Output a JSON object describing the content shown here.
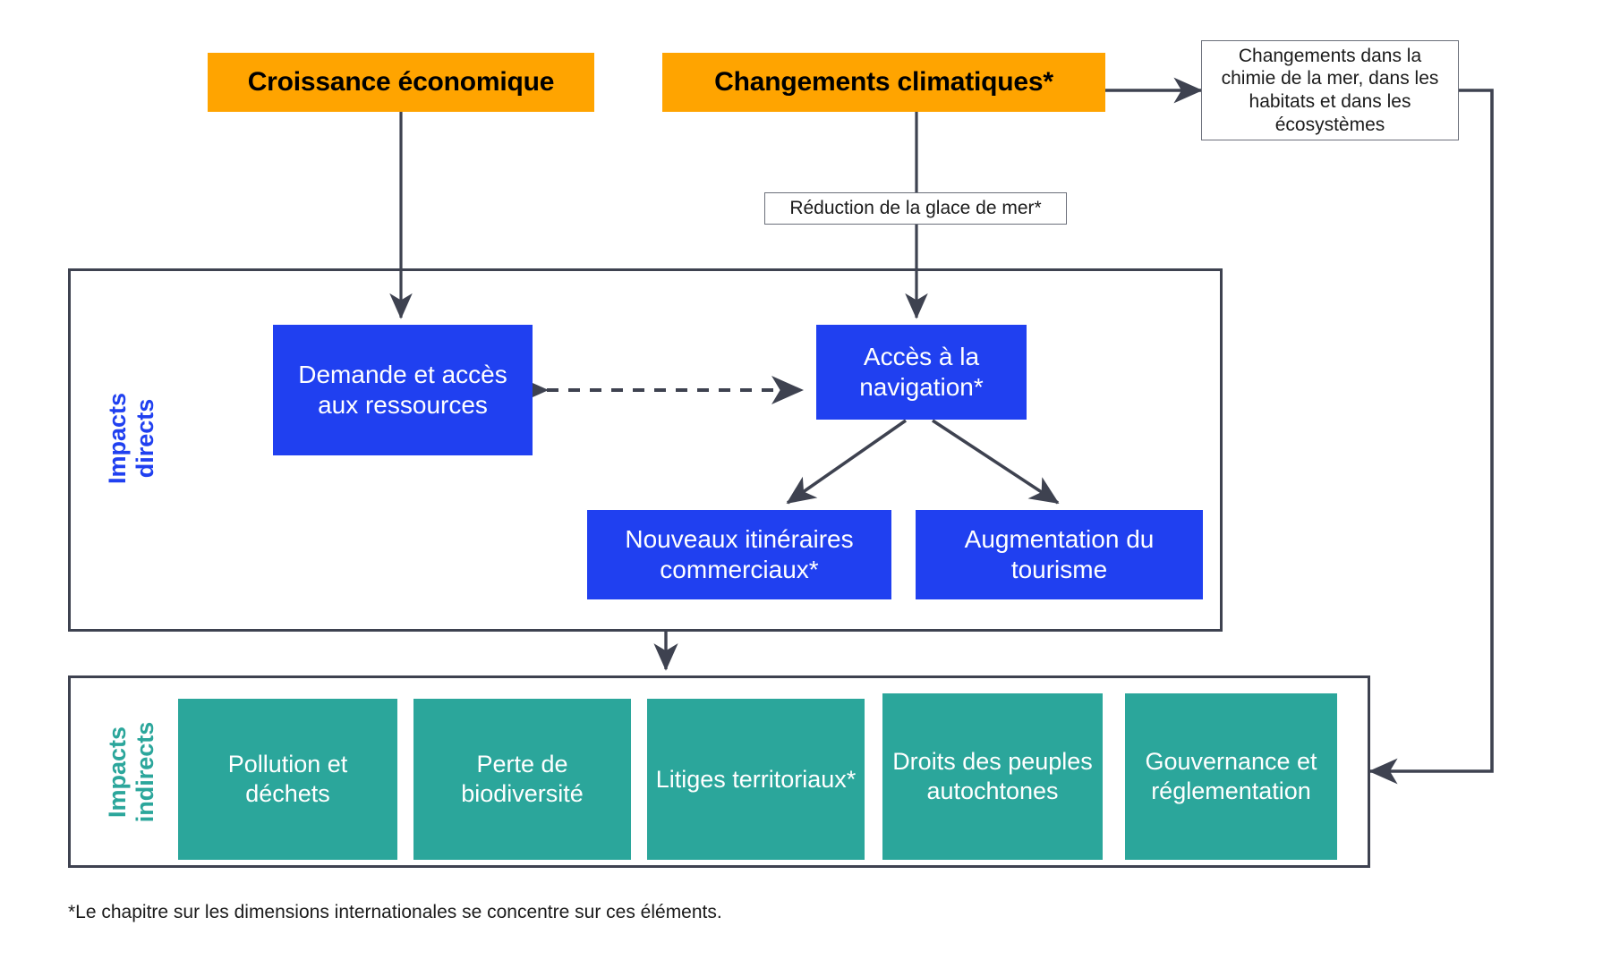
{
  "diagram": {
    "drivers": [
      {
        "id": "croissance",
        "label": "Croissance économique"
      },
      {
        "id": "climat",
        "label": "Changements climatiques*"
      }
    ],
    "intermediates": [
      {
        "id": "chimie-mer",
        "label": "Changements dans la chimie de la mer, dans les habitats et dans les écosystèmes"
      },
      {
        "id": "glace-mer",
        "label": "Réduction de la glace de mer*"
      }
    ],
    "direct_group": {
      "label": "Impacts\ndirects",
      "color": "#2040F0",
      "nodes": [
        {
          "id": "demande",
          "label": "Demande et accès aux ressources"
        },
        {
          "id": "navigation",
          "label": "Accès à la navigation*"
        },
        {
          "id": "itineraires",
          "label": "Nouveaux itinéraires commerciaux*"
        },
        {
          "id": "tourisme",
          "label": "Augmentation du tourisme"
        }
      ]
    },
    "indirect_group": {
      "label": "Impacts\nindirects",
      "color": "#2BA69B",
      "nodes": [
        {
          "id": "pollution",
          "label": "Pollution et déchets"
        },
        {
          "id": "biodiversite",
          "label": "Perte de biodiversité"
        },
        {
          "id": "litiges",
          "label": "Litiges territoriaux*"
        },
        {
          "id": "droits",
          "label": "Droits des peuples autochtones"
        },
        {
          "id": "gouvernance",
          "label": "Gouvernance et réglementation"
        }
      ]
    },
    "footnote": "*Le chapitre sur les dimensions internationales se concentre sur ces éléments.",
    "colors": {
      "driver_fill": "#FFA400",
      "direct_fill": "#2040F0",
      "indirect_fill": "#2BA69B",
      "connector": "#3e4250",
      "box_border": "#6b6f7a"
    }
  }
}
